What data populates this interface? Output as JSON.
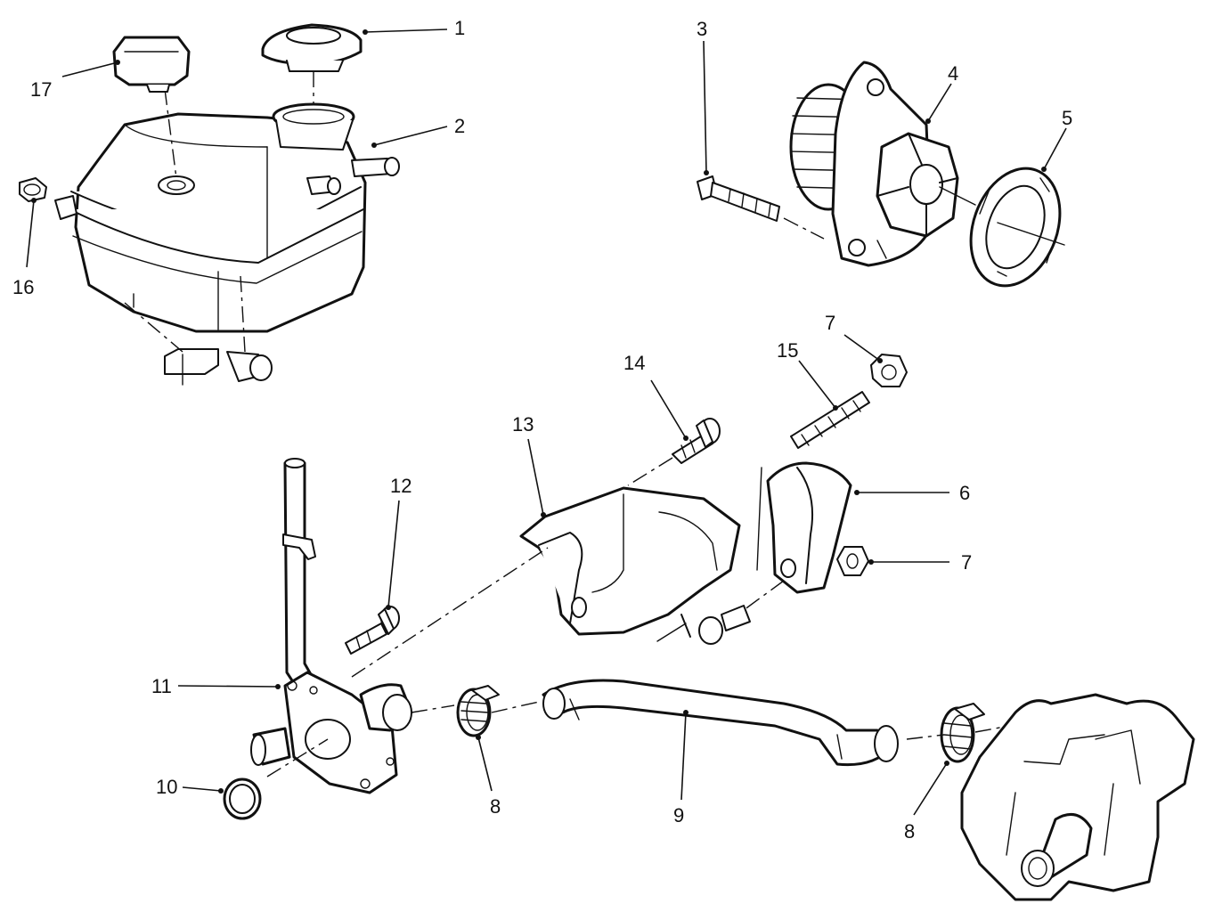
{
  "callouts": [
    {
      "id": "1",
      "text": "1"
    },
    {
      "id": "2",
      "text": "2"
    },
    {
      "id": "3",
      "text": "3"
    },
    {
      "id": "4",
      "text": "4"
    },
    {
      "id": "5",
      "text": "5"
    },
    {
      "id": "6",
      "text": "6"
    },
    {
      "id": "7a",
      "text": "7"
    },
    {
      "id": "7b",
      "text": "7"
    },
    {
      "id": "8a",
      "text": "8"
    },
    {
      "id": "8b",
      "text": "8"
    },
    {
      "id": "9",
      "text": "9"
    },
    {
      "id": "10",
      "text": "10"
    },
    {
      "id": "11",
      "text": "11"
    },
    {
      "id": "12",
      "text": "12"
    },
    {
      "id": "13",
      "text": "13"
    },
    {
      "id": "14",
      "text": "14"
    },
    {
      "id": "15",
      "text": "15"
    },
    {
      "id": "16",
      "text": "16"
    },
    {
      "id": "17",
      "text": "17"
    }
  ]
}
